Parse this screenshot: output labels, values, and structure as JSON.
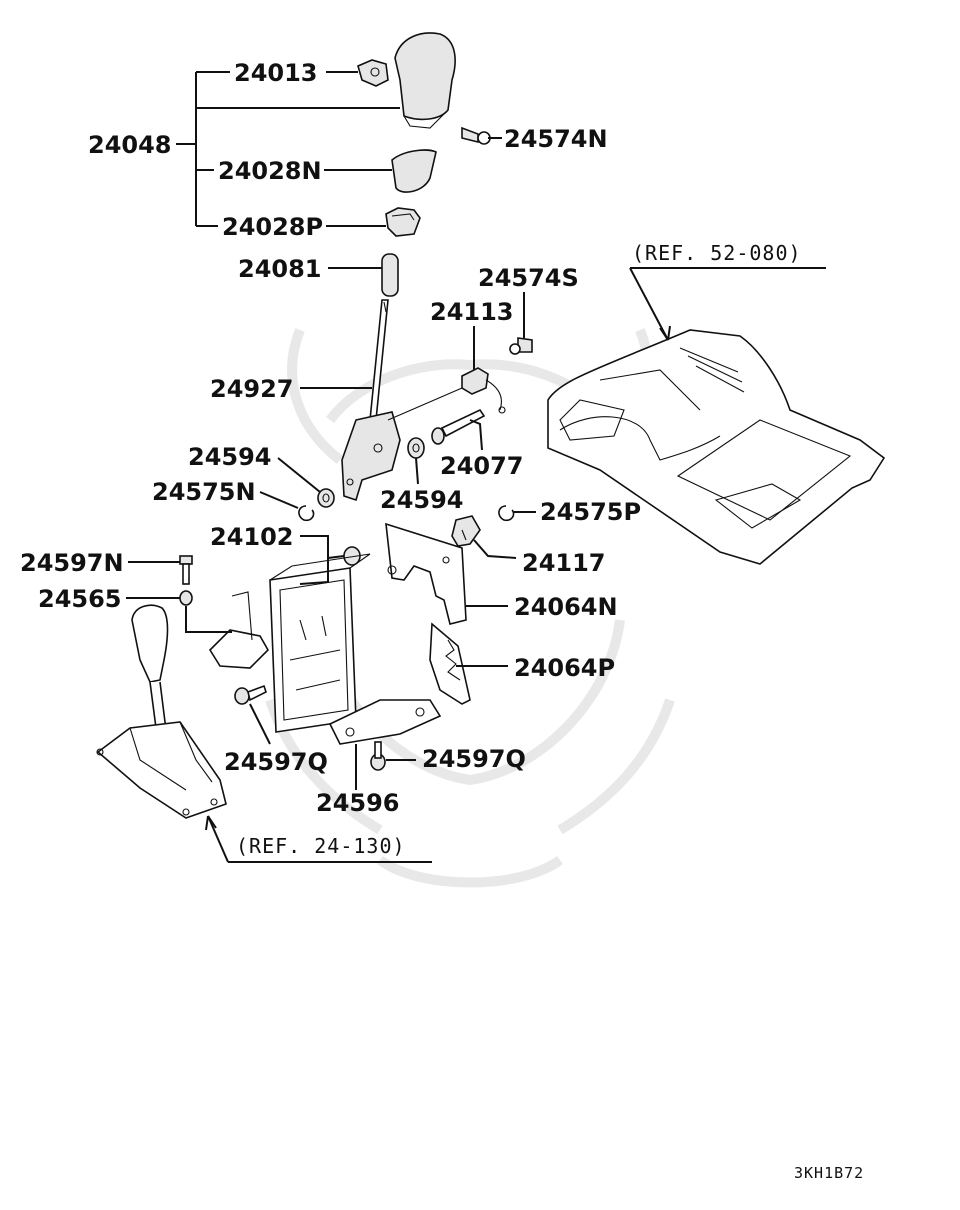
{
  "diagram": {
    "part_labels": {
      "p24048": "24048",
      "p24013": "24013",
      "p24574N": "24574N",
      "p24028N": "24028N",
      "p24028P": "24028P",
      "p24081": "24081",
      "p24574S": "24574S",
      "p24113": "24113",
      "p24927": "24927",
      "p24077": "24077",
      "p24594a": "24594",
      "p24594b": "24594",
      "p24575N": "24575N",
      "p24575P": "24575P",
      "p24102": "24102",
      "p24117": "24117",
      "p24597N": "24597N",
      "p24565": "24565",
      "p24064N": "24064N",
      "p24064P": "24064P",
      "p24597Qa": "24597Q",
      "p24597Qb": "24597Q",
      "p24596": "24596"
    },
    "references": {
      "ref_52_080": "(REF. 52-080)",
      "ref_24_130": "(REF. 24-130)"
    },
    "diagram_code": "3KH1B72"
  }
}
